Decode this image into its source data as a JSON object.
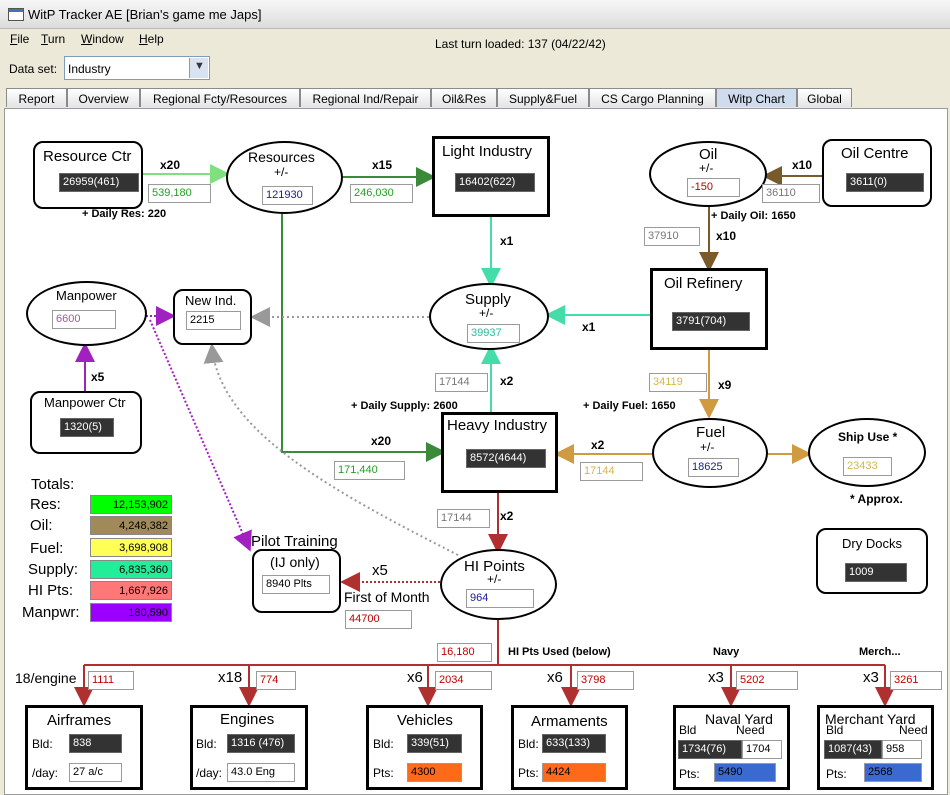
{
  "window": {
    "title": "WitP Tracker AE [Brian's game me Japs]"
  },
  "menu": [
    "File",
    "Turn",
    "Window",
    "Help"
  ],
  "last_turn": "Last turn loaded: 137 (04/22/42)",
  "dataset": {
    "label": "Data set:",
    "value": "Industry"
  },
  "tabs": [
    "Report",
    "Overview",
    "Regional Fcty/Resources",
    "Regional Ind/Repair",
    "Oil&Res",
    "Supply&Fuel",
    "CS Cargo Planning",
    "Witp Chart",
    "Global"
  ],
  "active_tab": "Witp Chart",
  "chart": {
    "resource_ctr": {
      "title": "Resource Ctr",
      "value": "26959(461)"
    },
    "daily_res": "+ Daily Res: 220",
    "x20_top": "x20",
    "res_flow": "539,180",
    "resources": {
      "title": "Resources",
      "pm": "+/-",
      "value": "121930"
    },
    "x15": "x15",
    "li_flow": "246,030",
    "light_industry": {
      "title": "Light Industry",
      "value": "16402(622)"
    },
    "oil": {
      "title": "Oil",
      "pm": "+/-",
      "value": "-150"
    },
    "x10_top": "x10",
    "oil_flow": "36110",
    "oil_centre": {
      "title": "Oil Centre",
      "value": "3611(0)"
    },
    "daily_oil": "+ Daily Oil: 1650",
    "refinery_flow": "37910",
    "x10_mid": "x10",
    "x1_li": "x1",
    "oil_refinery": {
      "title": "Oil Refinery",
      "value": "3791(704)"
    },
    "x1_ref": "x1",
    "manpower": {
      "title": "Manpower",
      "value": "6600"
    },
    "new_ind": {
      "title": "New Ind.",
      "value": "2215"
    },
    "supply": {
      "title": "Supply",
      "pm": "+/-",
      "value": "39937"
    },
    "x5_mp": "x5",
    "manpower_ctr": {
      "title": "Manpower Ctr",
      "value": "1320(5)"
    },
    "hi_supply_flow": "17144",
    "x2_supply": "x2",
    "fuel_flow_top": "34119",
    "x9": "x9",
    "daily_supply": "+ Daily Supply: 2600",
    "daily_fuel": "+ Daily Fuel: 1650",
    "x20_hi": "x20",
    "hi_res_flow": "171,440",
    "heavy_industry": {
      "title": "Heavy Industry",
      "value": "8572(4644)"
    },
    "x2_fuel": "x2",
    "hi_fuel_flow": "17144",
    "fuel": {
      "title": "Fuel",
      "pm": "+/-",
      "value": "18625"
    },
    "ship_use": {
      "title": "Ship Use *",
      "value": "23433"
    },
    "approx": "* Approx.",
    "totals": {
      "title": "Totals:",
      "rows": [
        {
          "label": "Res:",
          "value": "12,153,902",
          "color": "#00ff00"
        },
        {
          "label": "Oil:",
          "value": "4,248,382",
          "color": "#a08a5a"
        },
        {
          "label": "Fuel:",
          "value": "3,698,908",
          "color": "#ffff55"
        },
        {
          "label": "Supply:",
          "value": "6,835,360",
          "color": "#22ee99"
        },
        {
          "label": "HI Pts:",
          "value": "1,667,926",
          "color": "#ff7777"
        },
        {
          "label": "Manpwr:",
          "value": "180,590",
          "color": "#9900ff"
        }
      ]
    },
    "hi_points_flow": "17144",
    "x2_hi": "x2",
    "pilot_training": {
      "title": "Pilot Training",
      "sub": "(IJ only)",
      "value": "8940 Plts"
    },
    "x5_pilot": "x5",
    "first_of_month": "First of Month",
    "pilot_flow": "44700",
    "hi_points": {
      "title": "HI Points",
      "pm": "+/-",
      "value": "964"
    },
    "dry_docks": {
      "title": "Dry Docks",
      "value": "1009"
    },
    "hi_used_flow": "16,180",
    "hi_used_label": "HI Pts Used (below)",
    "navy_label": "Navy",
    "merch_label": "Merch...",
    "mult": {
      "airframes": "18/engine",
      "airframes_v": "1111",
      "engines": "x18",
      "engines_v": "774",
      "vehicles": "x6",
      "vehicles_v": "2034",
      "armaments": "x6",
      "armaments_v": "3798",
      "naval": "x3",
      "naval_v": "5202",
      "merchant": "x3",
      "merchant_v": "3261"
    },
    "airframes": {
      "title": "Airframes",
      "bld_label": "Bld:",
      "bld": "838",
      "day_label": "/day:",
      "day": "27 a/c"
    },
    "engines": {
      "title": "Engines",
      "bld_label": "Bld:",
      "bld": "1316 (476)",
      "day_label": "/day:",
      "day": "43.0 Eng"
    },
    "vehicles": {
      "title": "Vehicles",
      "bld_label": "Bld:",
      "bld": "339(51)",
      "pts_label": "Pts:",
      "pts": "4300"
    },
    "armaments": {
      "title": "Armaments",
      "bld_label": "Bld:",
      "bld": "633(133)",
      "pts_label": "Pts:",
      "pts": "4424"
    },
    "naval_yard": {
      "title": "Naval Yard",
      "bld_label": "Bld",
      "need_label": "Need",
      "bld": "1734(76)",
      "need": "1704",
      "pts_label": "Pts:",
      "pts": "5490"
    },
    "merchant_yard": {
      "title": "Merchant Yard",
      "bld_label": "Bld",
      "need_label": "Need",
      "bld": "1087(43)",
      "need": "958",
      "pts_label": "Pts:",
      "pts": "2568"
    }
  }
}
